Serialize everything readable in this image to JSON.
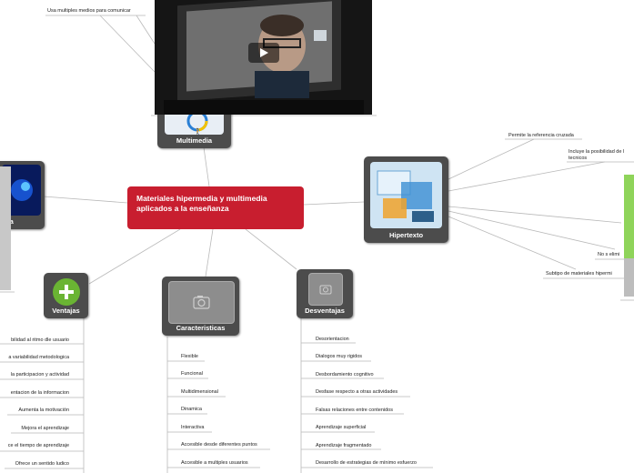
{
  "central": {
    "title": "Materiales hipermedia y multimedia aplicados a la enseñanza"
  },
  "multimedia": {
    "label": "Multimedia",
    "leaf": "Usa multiples medios para comunicar"
  },
  "hipertexto": {
    "label": "Hipertexto",
    "leaves": [
      "Permite la referencia cruzada",
      "Incluye la posibilidad de l tecnicos",
      "No s elimi",
      "Subtipo de materiales hipermi"
    ]
  },
  "left_node": {
    "label": "dia"
  },
  "ventajas": {
    "label": "Ventajas",
    "leaves": [
      "bilidad al ritmo dle usuario",
      "a variabilidad metodologica",
      "la participacion y actividad",
      "entacion de la informacion",
      "Aumenta la motivación",
      "Mejora el aprendizaje",
      "ce el tiempo de aprendizaje",
      "Ofrece un sentido ludico"
    ]
  },
  "caracteristicas": {
    "label": "Caracteristicas",
    "leaves": [
      "Flexible",
      "Funcional",
      "Multidimensional",
      "Dinamica",
      "Interactiva",
      "Accesible desde diferentes puntos",
      "Accesible a multiples usuarios"
    ]
  },
  "desventajas": {
    "label": "Desventajas",
    "leaves": [
      "Desorientacion",
      "Dialogos muy rigidos",
      "Desbordamiento cognitivo",
      "Desfase respecto a otras actividades",
      "Falsas relaciones entre contenidos",
      "Aprendizaje superficial",
      "Aprendizaje fragmentado",
      "Desarrollo de estrategias de mínimo esfuerzo"
    ]
  }
}
